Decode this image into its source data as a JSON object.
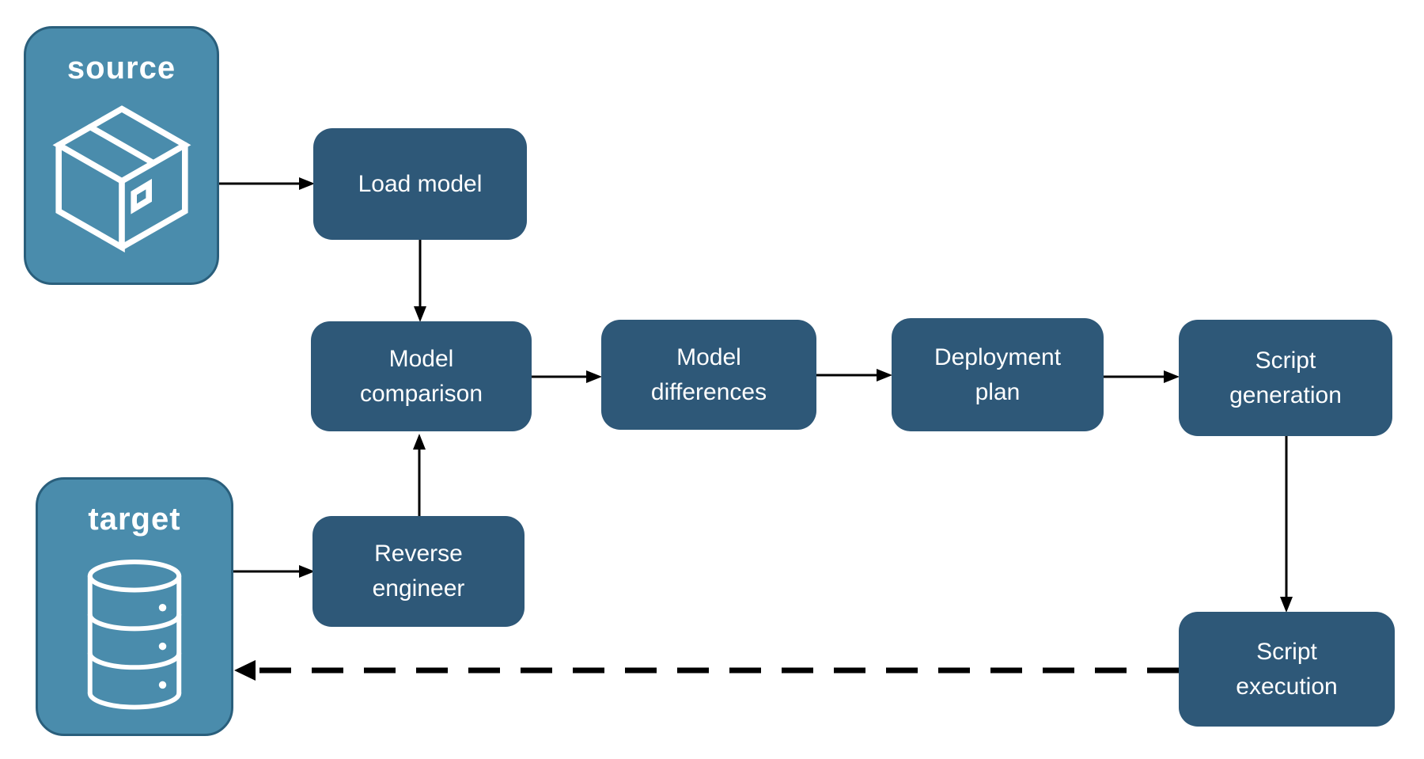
{
  "colors": {
    "background": "#ffffff",
    "process_fill": "#2e5878",
    "endpoint_fill": "#4a8cac",
    "endpoint_border": "#2a5f7c",
    "label_text": "#ffffff",
    "arrow": "#000000"
  },
  "endpoints": {
    "source": {
      "label": "source",
      "icon": "package-icon"
    },
    "target": {
      "label": "target",
      "icon": "database-icon"
    }
  },
  "nodes": {
    "load_model": {
      "line1": "Load model",
      "line2": ""
    },
    "model_comparison": {
      "line1": "Model",
      "line2": "comparison"
    },
    "model_differences": {
      "line1": "Model",
      "line2": "differences"
    },
    "deployment_plan": {
      "line1": "Deployment",
      "line2": "plan"
    },
    "script_generation": {
      "line1": "Script",
      "line2": "generation"
    },
    "reverse_engineer": {
      "line1": "Reverse",
      "line2": "engineer"
    },
    "script_execution": {
      "line1": "Script",
      "line2": "execution"
    }
  },
  "connections": [
    {
      "from": "source",
      "to": "load_model",
      "style": "solid"
    },
    {
      "from": "load_model",
      "to": "model_comparison",
      "style": "solid"
    },
    {
      "from": "model_comparison",
      "to": "model_differences",
      "style": "solid"
    },
    {
      "from": "model_differences",
      "to": "deployment_plan",
      "style": "solid"
    },
    {
      "from": "deployment_plan",
      "to": "script_generation",
      "style": "solid"
    },
    {
      "from": "script_generation",
      "to": "script_execution",
      "style": "solid"
    },
    {
      "from": "target",
      "to": "reverse_engineer",
      "style": "solid"
    },
    {
      "from": "reverse_engineer",
      "to": "model_comparison",
      "style": "solid"
    },
    {
      "from": "script_execution",
      "to": "target",
      "style": "dashed"
    }
  ]
}
